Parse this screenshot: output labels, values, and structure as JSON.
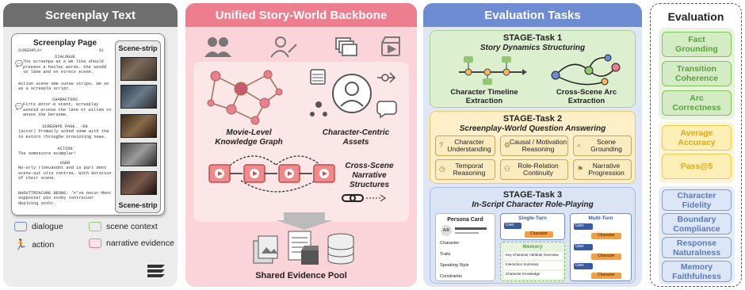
{
  "panel1": {
    "title": "Screenplay Text",
    "page_title": "Screenplay Page",
    "page_header_left": "SCREENPLAY",
    "page_header_right": "01",
    "strip_label": "Scene-strip",
    "blocks": [
      {
        "head": "DIALOGUE",
        "text": "The screenpa as a We like should presens a hosley words. She sondd to lane and on streco scene."
      },
      {
        "head": "",
        "text": "Action scene ome ounse strips. We on as a screepla script."
      },
      {
        "head": "CHARACTERS",
        "text": "Firts antor-e scent, screeplay asnoid aroove the lane or willem to anove the berssme."
      },
      {
        "head": "SCREENPE PAGE. -EN",
        "text": "(actor) Promatly acked some with the to estorn throughe ornsioning news."
      },
      {
        "head": "ACTION",
        "text": "The somescore examplar!"
      },
      {
        "head": "USER",
        "text": "No-orly rloeuasdnt and is part dent scene-out ulto contras. With doration of their scene."
      },
      {
        "head": "",
        "text": "BAOUTTRINCURE BEONE: 'n've oocur-Ment supposter pin scoby contrscusr deploing oothr."
      }
    ],
    "legend": [
      {
        "label": "dialogue",
        "icon": "speech-bubble-icon",
        "color": "#6d8cd4"
      },
      {
        "label": "scene context",
        "icon": "scene-box-icon",
        "color": "#8fc870"
      },
      {
        "label": "action",
        "icon": "running-figure-icon",
        "color": "#555555"
      },
      {
        "label": "narrative evidence",
        "icon": "evidence-box-icon",
        "color": "#ee7d8d"
      }
    ]
  },
  "panel2": {
    "title": "Unified Story-World Backbone",
    "kg_label": "Movie-Level\nKnowledge Graph",
    "assets_label": "Character-Centric\nAssets",
    "narr_label": "Cross-Scene\nNarrative\nStructures",
    "pool_label": "Shared Evidence Pool"
  },
  "panel3": {
    "title": "Evaluation Tasks",
    "task1": {
      "title": "STAGE-Task 1",
      "sub": "Story Dynamics Structuring",
      "left": "Character Timeline\nExtraction",
      "right": "Cross-Scene Arc\nExtraction"
    },
    "task2": {
      "title": "STAGE-Task 2",
      "sub": "Screenplay-World Question Answering",
      "items": [
        {
          "label": "Character\nUnderstanding",
          "icon": "question-icon"
        },
        {
          "label": "Causal / Motivation\nReasoning",
          "icon": "gears-icon"
        },
        {
          "label": "Scene\nGrounding",
          "icon": "magnifier-icon"
        },
        {
          "label": "Temporal\nReasoning",
          "icon": "clock-icon"
        },
        {
          "label": "Role-Relation\nContinuity",
          "icon": "people-icon"
        },
        {
          "label": "Narrative\nProgression",
          "icon": "flag-icon"
        }
      ]
    },
    "task3": {
      "title": "STAGE-Task 3",
      "sub": "In-Script Character Role-Playing",
      "persona": {
        "title": "Persona Card",
        "avatar": "A/R",
        "fields": [
          "Character",
          "Traits",
          "Speaking Style",
          "Constraints"
        ]
      },
      "single": {
        "title": "Single-Turn",
        "user": "User",
        "character": "Character"
      },
      "memory": {
        "title": "Memory",
        "items": [
          "Key Character Attribute Overview",
          "Interaction Summary",
          "Character Knowledge"
        ]
      },
      "multi": {
        "title": "Multi-Turn",
        "user": "User",
        "character": "Character"
      }
    }
  },
  "panel4": {
    "title": "Evaluation",
    "group1": [
      "Fact\nGrounding",
      "Transition\nCoherence",
      "Arc\nCorrectness"
    ],
    "group2": [
      "Average\nAccuracy",
      "Pass@5"
    ],
    "group3": [
      "Character\nFidelity",
      "Boundary\nCompliance",
      "Response\nNaturalness",
      "Memory\nFaithfulness"
    ]
  }
}
